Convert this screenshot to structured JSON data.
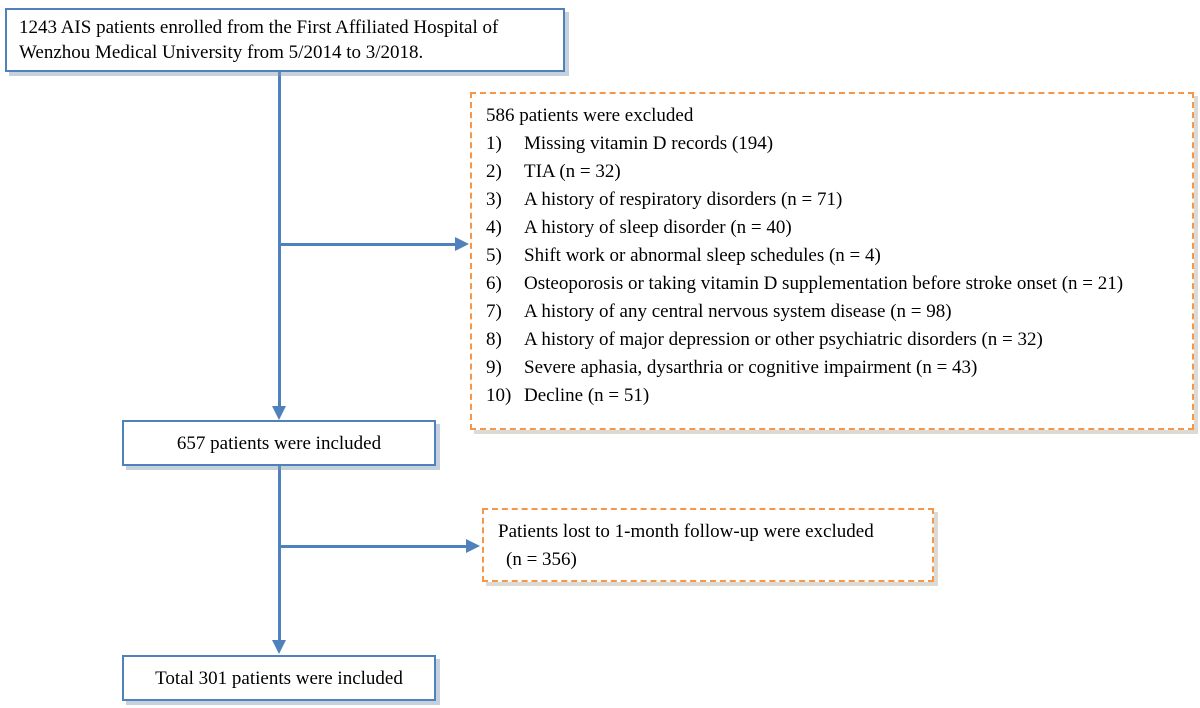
{
  "colors": {
    "accent_blue": "#4f81bd",
    "accent_orange": "#f79646"
  },
  "flow": {
    "enrolled": "1243 AIS patients enrolled from the First Affiliated Hospital of Wenzhou Medical University from 5/2014 to 3/2018.",
    "excluded_main": {
      "title": "586 patients were excluded",
      "items": [
        {
          "num": "1)",
          "text": "Missing vitamin D records (194)"
        },
        {
          "num": "2)",
          "text": "TIA (n = 32)"
        },
        {
          "num": "3)",
          "text": "A history of respiratory disorders (n = 71)"
        },
        {
          "num": "4)",
          "text": "A history of sleep disorder (n = 40)"
        },
        {
          "num": "5)",
          "text": "Shift work or abnormal sleep schedules (n = 4)"
        },
        {
          "num": "6)",
          "text": "Osteoporosis or taking vitamin D supplementation before stroke onset (n = 21)"
        },
        {
          "num": "7)",
          "text": "A history of any central nervous system disease (n = 98)"
        },
        {
          "num": "8)",
          "text": "A history of major depression or other psychiatric disorders (n = 32)"
        },
        {
          "num": "9)",
          "text": "Severe aphasia, dysarthria or cognitive impairment (n = 43)"
        },
        {
          "num": "10)",
          "text": "Decline (n = 51)"
        }
      ]
    },
    "included_657": "657 patients were included",
    "excluded_followup": {
      "line1": "Patients lost to 1-month follow-up were excluded",
      "line2": "(n = 356)"
    },
    "included_301": "Total 301 patients were included"
  }
}
